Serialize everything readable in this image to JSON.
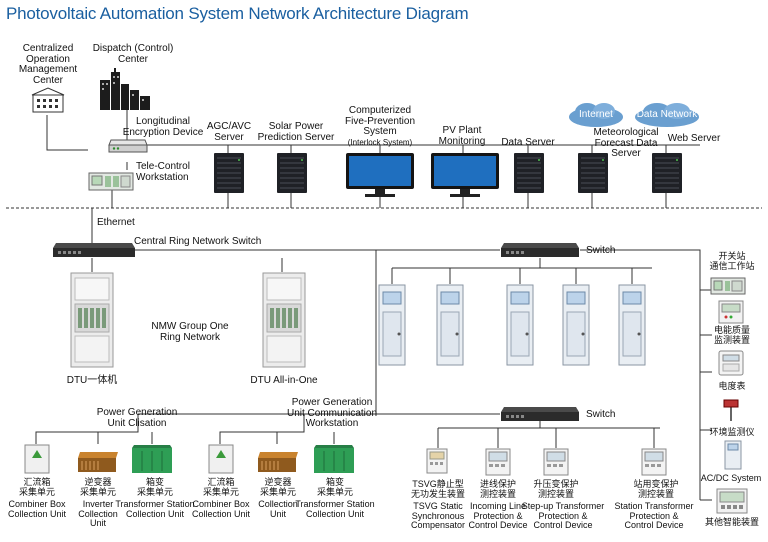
{
  "title": "Photovoltaic Automation System Network Architecture Diagram",
  "labels": {
    "centralized_ops": "Centralized\nOperation\nManagement\nCenter",
    "dispatch": "Dispatch (Control)\nCenter",
    "encryption": "Longitudinal\nEncryption Device",
    "telecontrol": "Tele-Control\nWorkstation",
    "agc": "AGC/AVC\nServer",
    "solar_pred": "Solar Power\nPrediction Server",
    "five_prev": "Computerized\nFive-Prevention\nSystem",
    "interlock": "(Interlock System)",
    "pv_monitor": "PV Plant\nMonitoring",
    "data_server": "Data Server",
    "internet": "Internet",
    "data_network": "Data Network",
    "meteo": "Meteorological\nForecast Data\nServer",
    "web_server": "Web Server",
    "ethernet": "Ethernet",
    "central_switch": "Central Ring Network Switch",
    "switch_top": "Switch",
    "switch_bottom": "Switch",
    "nmw_ring": "NMW Group One\nRing Network",
    "dtu_one": "DTU一体机",
    "dtu_aio": "DTU All-in-One",
    "pgu_clisation": "Power Generation\nUnit Clisation",
    "pgu_comm": "Power Generation\nUnit Communication\nWorkstation",
    "combiner_a": "汇流箱\n采集单元",
    "combiner_a_en": "Combiner Box\nCollection Unit",
    "inverter_a": "逆变器\n采集单元",
    "inverter_a_en": "Inverter\nCollection\nUnit",
    "transformer_a": "箱变\n采集单元",
    "transformer_a_en": "Transformer Station\nCollection Unit",
    "combiner_b": "汇流箱\n采集单元",
    "combiner_b_en": "Combiner Box\nCollection Unit",
    "inverter_b": "逆变器\n采集单元",
    "inverter_b_en": "Collection\nUnit",
    "transformer_b": "箱变\n采集单元",
    "transformer_b_en": "Transformer Station\nCollection Unit",
    "tsvg": "TSVG静止型\n无功发生装置",
    "tsvg_en": "TSVG Static\nSynchronous\nCompensator",
    "incoming": "进线保护\n测控装置",
    "incoming_en": "Incoming Line\nProtection &\nControl Device",
    "stepup": "升压变保护\n测控装置",
    "stepup_en": "Step-up Transformer\nProtection &\nControl Device",
    "station_tr": "站用变保护\n测控装置",
    "station_tr_en": "Station Transformer\nProtection &\nControl Device",
    "switch_station": "开关站\n通信工作站",
    "power_quality": "电能质量\n监测装置",
    "energy_meter": "电度表",
    "env_monitor": "环境监测仪",
    "acdc": "AC/DC System",
    "other_smart": "其他智能装置"
  },
  "icons": {
    "building": "building-icon",
    "city": "city-skyline-icon",
    "router": "encryption-router-icon",
    "rack": "server-rack-icon",
    "monitor": "desktop-monitor-icon",
    "switch": "network-switch-icon",
    "cabinet": "switchgear-cabinet-icon",
    "relay": "protection-relay-icon",
    "combiner": "combiner-box-icon",
    "inverter": "inverter-icon",
    "transformer": "box-transformer-icon",
    "cloud": "cloud-icon"
  },
  "colors": {
    "title": "#1a5fa0",
    "line": "#333333",
    "switch_body": "#2b2b2b",
    "rack_body": "#1f2126",
    "monitor_screen": "#1f6fbf",
    "transformer_green": "#2e9e55",
    "cloud": "#6a9fd0"
  }
}
